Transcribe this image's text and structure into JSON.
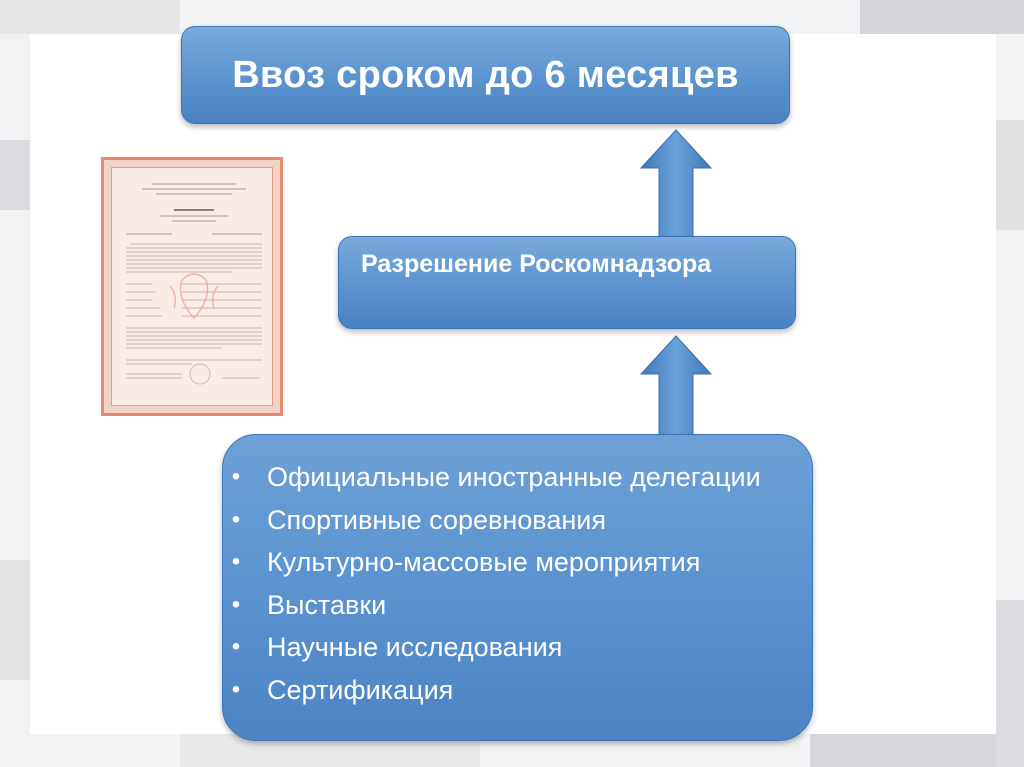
{
  "diagram": {
    "top_box": "Ввоз сроком до 6 месяцев",
    "middle_box": "Разрешение Роскомнадзора",
    "bullet_symbol": "•",
    "bullets": [
      "Официальные иностранные делегации",
      "Спортивные соревнования",
      "Культурно-массовые мероприятия",
      "Выставки",
      "Научные исследования",
      "Сертификация"
    ]
  },
  "image": {
    "name": "permit-certificate"
  },
  "colors": {
    "box_blue": "#5b93cf",
    "arrow_blue": "#4f8ac9",
    "text": "#ffffff",
    "certificate_border": "#e8876e"
  }
}
